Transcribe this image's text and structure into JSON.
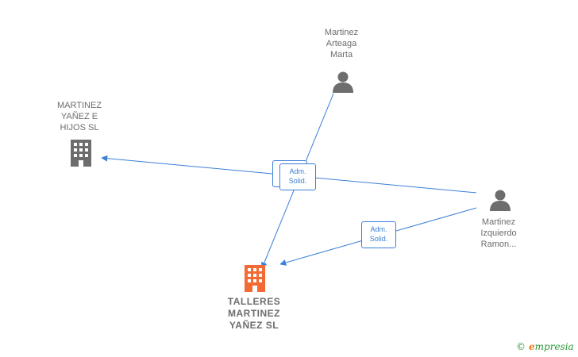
{
  "nodes": {
    "arteaga": {
      "label": "Martinez\nArteaga\nMarta",
      "type": "person"
    },
    "hijos": {
      "label": "MARTINEZ\nYAÑEZ E\nHIJOS SL",
      "type": "company"
    },
    "izquierdo": {
      "label": "Martinez\nIzquierdo\nRamon...",
      "type": "person"
    },
    "talleres": {
      "label": "TALLERES\nMARTINEZ\nYAÑEZ  SL",
      "type": "company-focus"
    }
  },
  "edges": [
    {
      "from": "arteaga",
      "to": "talleres",
      "role": "Adm.\nSolid."
    },
    {
      "from": "izquierdo",
      "to": "hijos",
      "role": "Adm.\nSolid."
    },
    {
      "from": "izquierdo",
      "to": "talleres",
      "role": "Adm.\nSolid."
    }
  ],
  "colors": {
    "edge": "#3b7fd6",
    "person": "#6d6d6d",
    "company": "#6d6d6d",
    "focus": "#f26b35"
  },
  "brand": {
    "copyright": "©",
    "initial": "e",
    "name": "mpresia"
  }
}
